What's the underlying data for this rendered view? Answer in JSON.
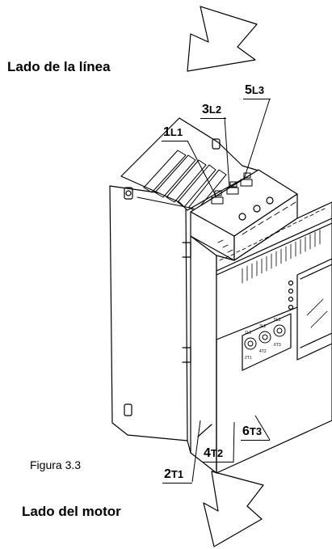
{
  "labels": {
    "line_side": "Lado de la línea",
    "motor_side": "Lado del motor",
    "figure": "Figura 3.3"
  },
  "terminals": {
    "t1": {
      "num": "1",
      "code": "L1"
    },
    "t3": {
      "num": "3",
      "code": "L2"
    },
    "t5": {
      "num": "5",
      "code": "L3"
    },
    "t2": {
      "num": "2",
      "code": "T1"
    },
    "t4": {
      "num": "4",
      "code": "T2"
    },
    "t6": {
      "num": "6",
      "code": "T3"
    }
  },
  "front_panel": {
    "top_marks": [
      "1L1",
      "3L2",
      "5L3"
    ],
    "bottom_marks": [
      "2T1",
      "4T2",
      "6T3"
    ]
  }
}
